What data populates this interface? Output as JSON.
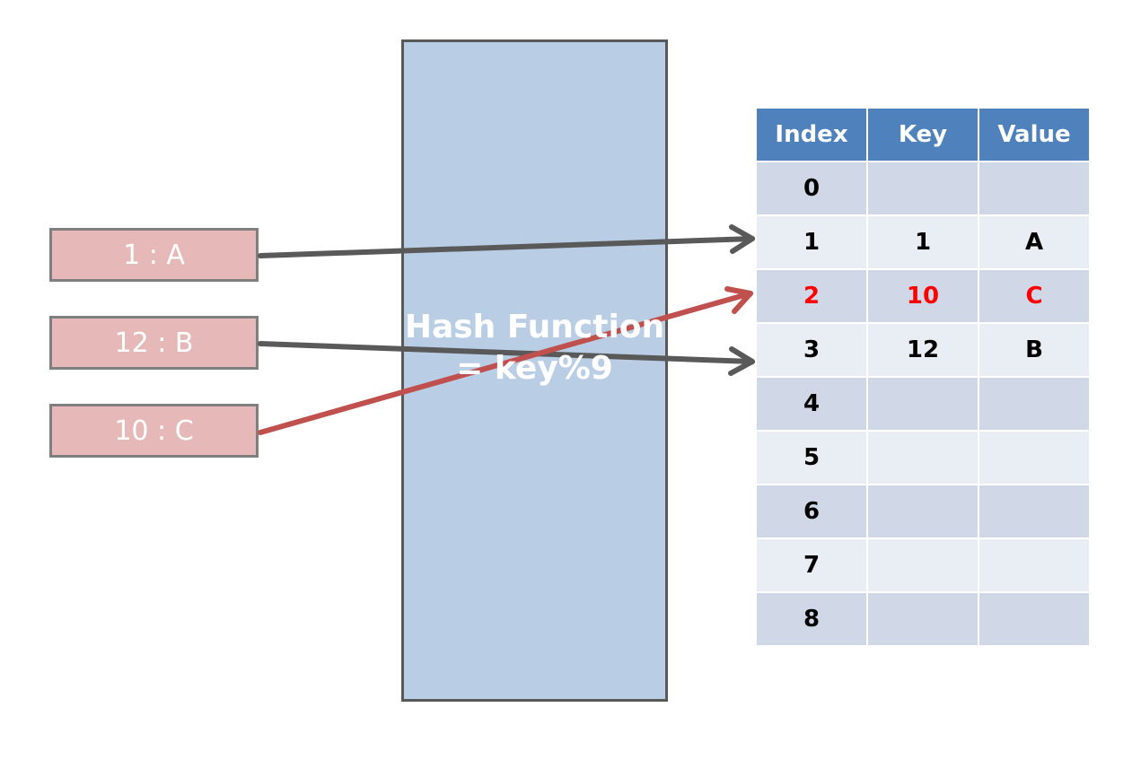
{
  "inputs": [
    {
      "label": "1 : A"
    },
    {
      "label": "12 : B"
    },
    {
      "label": "10 : C"
    }
  ],
  "hash_function": {
    "line1": "Hash Function",
    "line2": "= key%9"
  },
  "table": {
    "headers": [
      "Index",
      "Key",
      "Value"
    ],
    "rows": [
      {
        "index": "0",
        "key": "",
        "value": ""
      },
      {
        "index": "1",
        "key": "1",
        "value": "A"
      },
      {
        "index": "2",
        "key": "10",
        "value": "C"
      },
      {
        "index": "3",
        "key": "12",
        "value": "B"
      },
      {
        "index": "4",
        "key": "",
        "value": ""
      },
      {
        "index": "5",
        "key": "",
        "value": ""
      },
      {
        "index": "6",
        "key": "",
        "value": ""
      },
      {
        "index": "7",
        "key": "",
        "value": ""
      },
      {
        "index": "8",
        "key": "",
        "value": ""
      }
    ],
    "highlight_row": 2
  },
  "colors": {
    "input_fill": "#e6b9b8",
    "hash_fill": "#b9cde5",
    "header_fill": "#4f81bd",
    "row_dark": "#d0d8e8",
    "row_light": "#e9edf4",
    "arrow_gray": "#595959",
    "arrow_red": "#c0504d",
    "highlight_text": "#ff0000"
  }
}
